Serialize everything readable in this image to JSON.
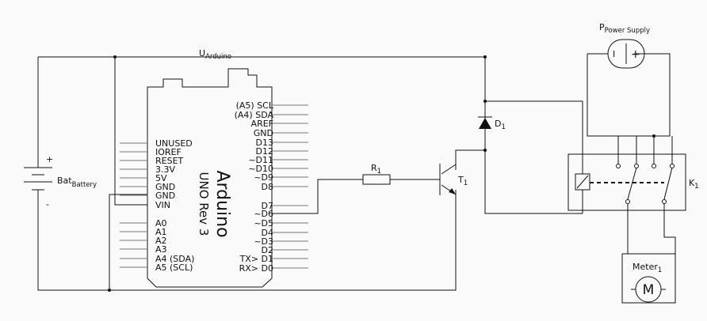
{
  "arduino": {
    "title": "Arduino",
    "subtitle": "UNO Rev 3",
    "left_pins": [
      "UNUSED",
      "IOREF",
      "RESET",
      "3.3V",
      "5V",
      "GND",
      "GND",
      "VIN"
    ],
    "analog_pins": [
      "A0",
      "A1",
      "A2",
      "A3",
      "A4 (SDA)",
      "A5 (SCL)"
    ],
    "right_pins_top": [
      "(A5) SCL",
      "(A4) SDA",
      "AREF",
      "GND",
      "D13",
      "D12",
      "~D11",
      "~D10",
      "~D9",
      "D8"
    ],
    "right_pins_bottom": [
      "D7",
      "~D6",
      "~D5",
      "D4",
      "~D3",
      "D2",
      "TX> D1",
      "RX> D0"
    ]
  },
  "labels": {
    "u_arduino": {
      "main": "U",
      "sub": "Arduino"
    },
    "battery": {
      "main": "Bat",
      "sub": "Battery",
      "plus": "+",
      "minus": "-"
    },
    "r1": {
      "main": "R",
      "sub": "1"
    },
    "t1": {
      "main": "T",
      "sub": "1"
    },
    "d1": {
      "main": "D",
      "sub": "1"
    },
    "k1": {
      "main": "K",
      "sub": "1"
    },
    "power_supply": {
      "main": "P",
      "sub": "Power Supply",
      "symbol_i": "I",
      "symbol_plus": "+"
    },
    "meter": {
      "main": "Meter",
      "sub": "1",
      "symbol": "M"
    }
  }
}
